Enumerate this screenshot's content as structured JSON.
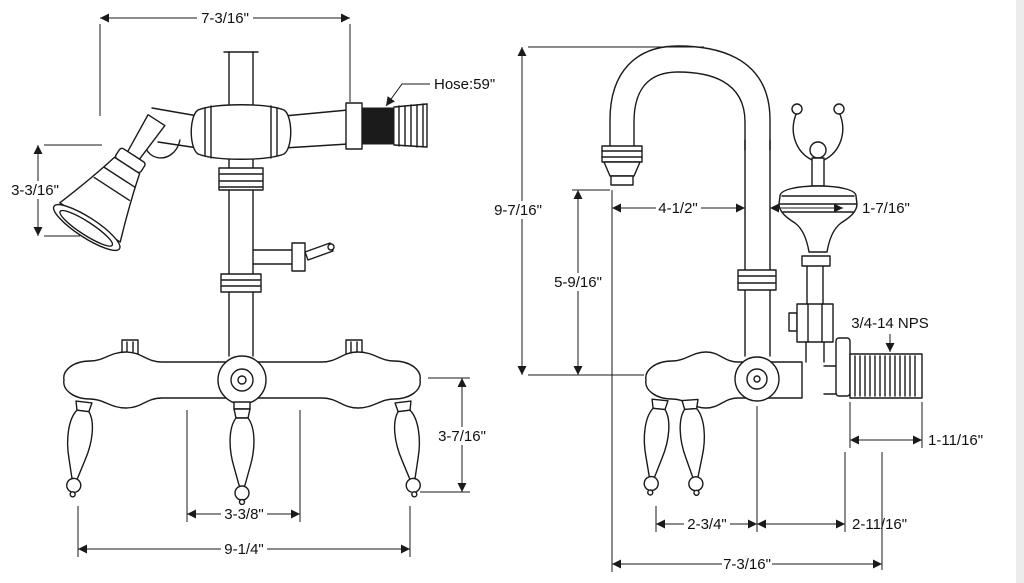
{
  "diagram": {
    "left_view": {
      "dims": {
        "top_width": "7-3/16\"",
        "hose": "Hose:59\"",
        "sprayer_height": "3-3/16\"",
        "handle_drop": "3-7/16\"",
        "inlet_spacing": "3-3/8\"",
        "overall_width": "9-1/4\""
      }
    },
    "right_view": {
      "dims": {
        "overall_height": "9-7/16\"",
        "spout_clearance": "5-9/16\"",
        "spout_reach": "4-1/2\"",
        "sprayer_width": "1-7/16\"",
        "thread_spec": "3/4-14 NPS",
        "nipple_length": "1-11/16\"",
        "handle_to_center": "2-3/4\"",
        "center_to_nipple": "2-11/16\"",
        "overall_depth": "7-3/16\""
      }
    }
  }
}
